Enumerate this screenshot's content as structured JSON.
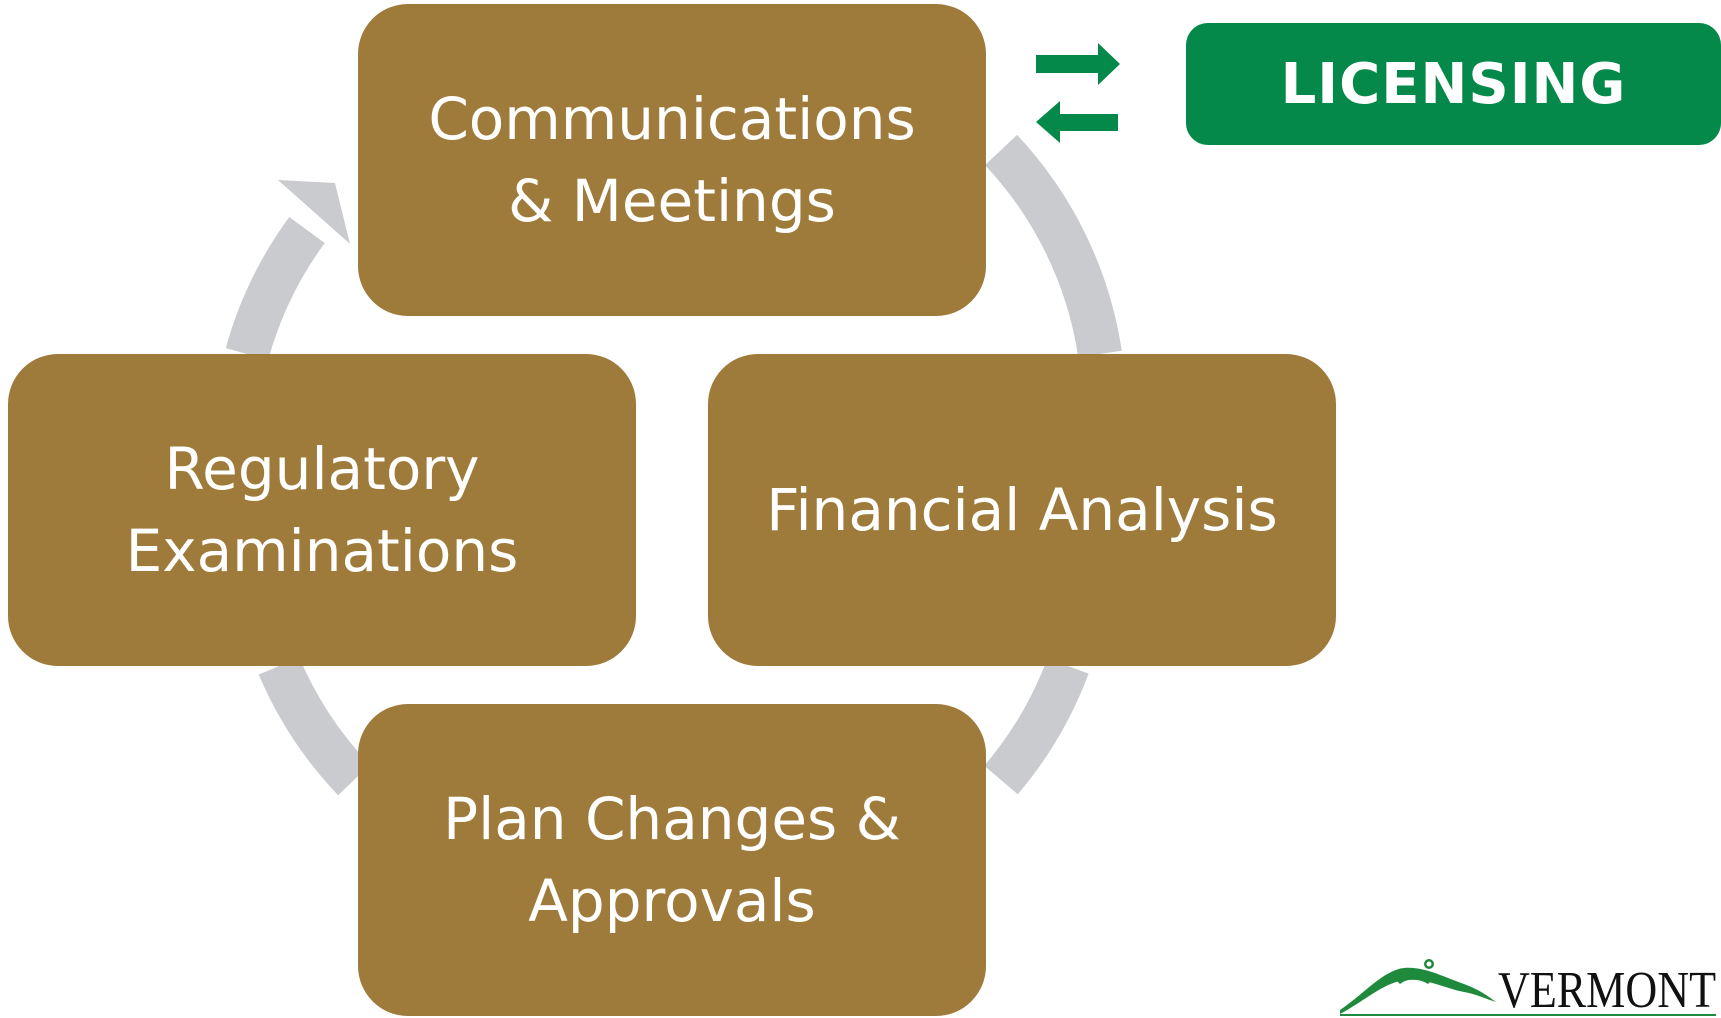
{
  "cycle": {
    "communications": [
      "Communications",
      "& Meetings"
    ],
    "financial": [
      "Financial Analysis"
    ],
    "plan": [
      "Plan Changes &",
      "Approvals"
    ],
    "regulatory": [
      "Regulatory",
      "Examinations"
    ]
  },
  "licensing": {
    "label": "LICENSING"
  },
  "logo": {
    "text": "VERMONT"
  },
  "colors": {
    "box": "#9f7b3b",
    "cycle_arrow": "#c9cbcf",
    "licensing": "#05894a",
    "logo_green": "#1f8a3c"
  }
}
